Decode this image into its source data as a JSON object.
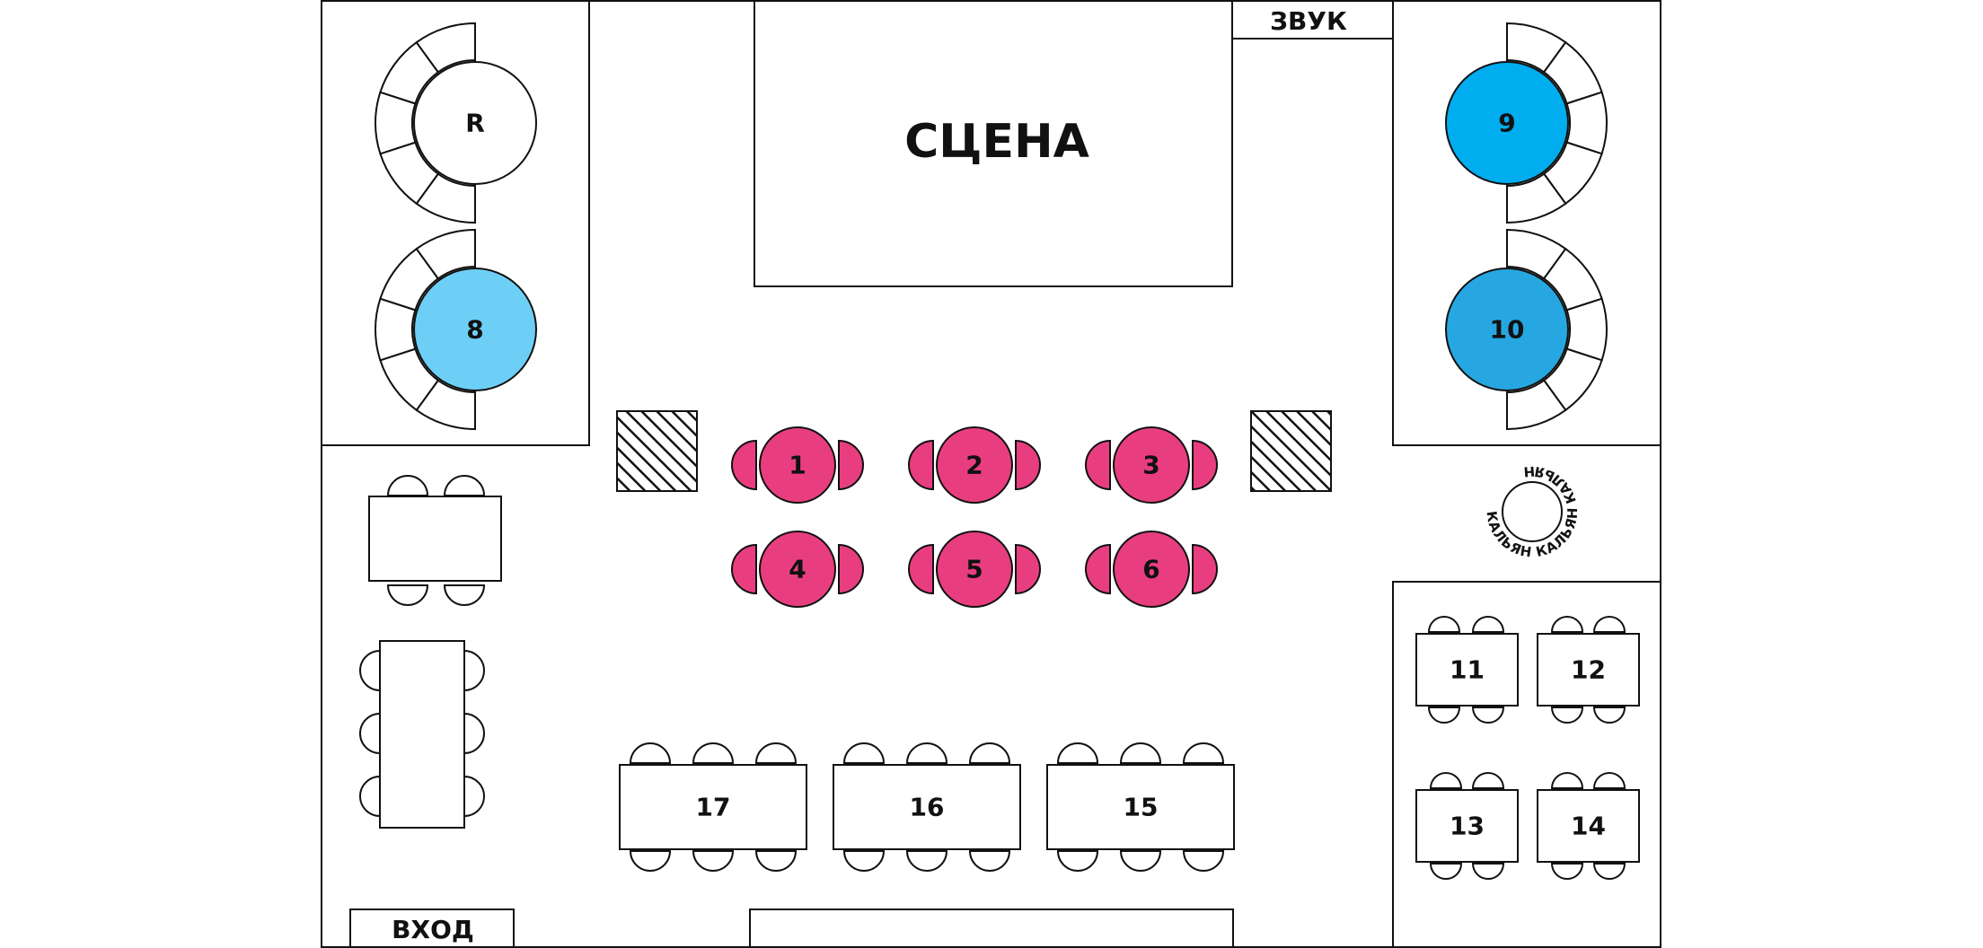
{
  "labels": {
    "stage": "СЦЕНА",
    "sound": "ЗВУК",
    "entrance": "ВХОД",
    "hookah_ring": "КАЛЬЯН КАЛЬЯН КАЛЬЯН "
  },
  "colors": {
    "pink_table": "#e83e80",
    "table8": "#6ecff6",
    "table9": "#00adee",
    "table10": "#27a7e1",
    "line": "#111111"
  },
  "round_tables": [
    {
      "id": "R",
      "label": "R",
      "fill": "#ffffff"
    },
    {
      "id": "8",
      "label": "8",
      "fill": "#6ecff6"
    },
    {
      "id": "9",
      "label": "9",
      "fill": "#00adee"
    },
    {
      "id": "10",
      "label": "10",
      "fill": "#27a7e1"
    }
  ],
  "pink_tables": [
    {
      "id": "1",
      "label": "1"
    },
    {
      "id": "2",
      "label": "2"
    },
    {
      "id": "3",
      "label": "3"
    },
    {
      "id": "4",
      "label": "4"
    },
    {
      "id": "5",
      "label": "5"
    },
    {
      "id": "6",
      "label": "6"
    }
  ],
  "rect_tables": [
    {
      "id": "11",
      "label": "11"
    },
    {
      "id": "12",
      "label": "12"
    },
    {
      "id": "13",
      "label": "13"
    },
    {
      "id": "14",
      "label": "14"
    },
    {
      "id": "15",
      "label": "15"
    },
    {
      "id": "16",
      "label": "16"
    },
    {
      "id": "17",
      "label": "17"
    }
  ]
}
